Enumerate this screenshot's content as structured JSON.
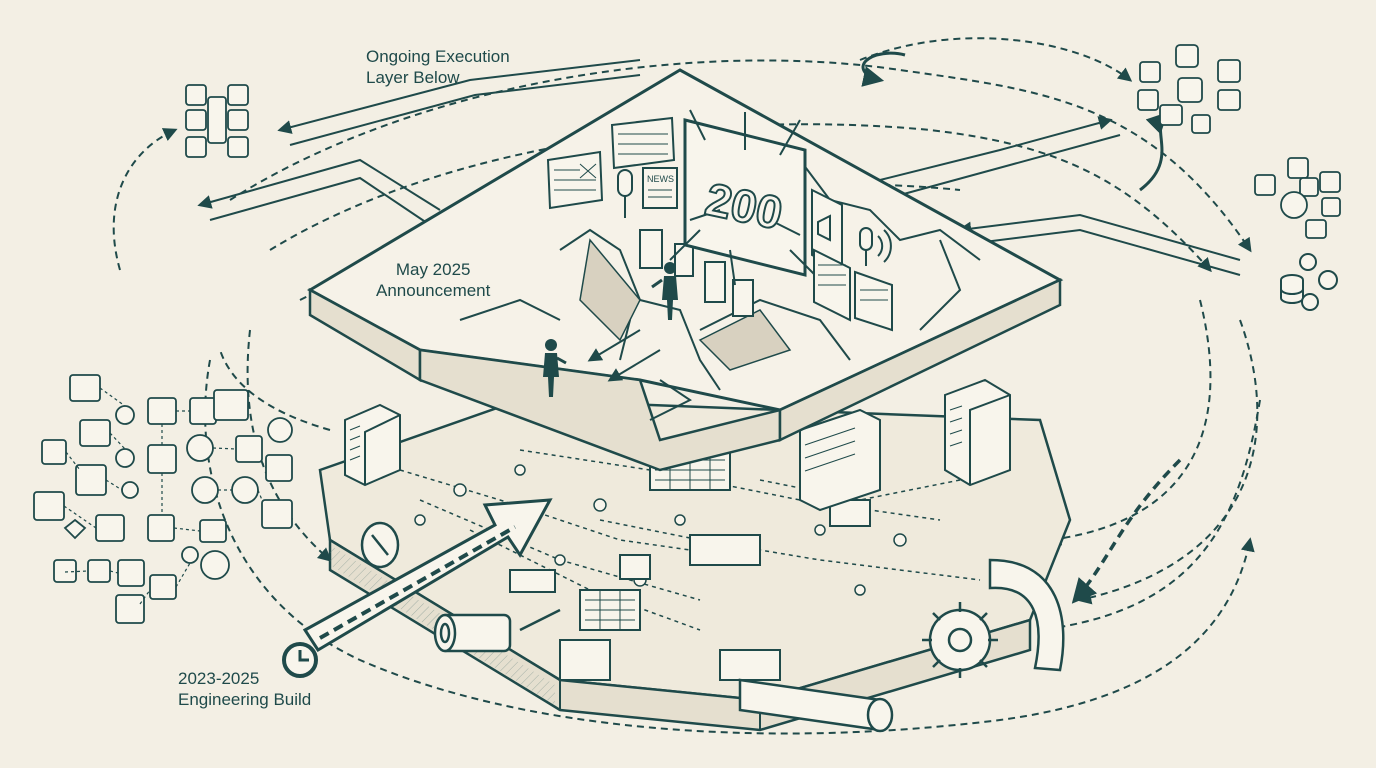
{
  "labels": {
    "execution_layer": [
      "Ongoing Execution",
      "Layer Below"
    ],
    "announcement": [
      "May 2025",
      "Announcement"
    ],
    "engineering_build": [
      "2023-2025",
      "Engineering Build"
    ]
  },
  "billboard_number": "200",
  "sign_text": "NEWS",
  "colors": {
    "background": "#f3efe4",
    "ink": "#1f4a4a",
    "ink_light": "#5f7f7c",
    "paper": "#f8f5ec",
    "slab_top": "#f6f2e8",
    "slab_side": "#e5dfcf"
  },
  "icons": {
    "clock": "clock-icon",
    "microphone": "microphone-icon",
    "megaphone": "megaphone-icon",
    "database": "database-icon",
    "cog": "cog-icon",
    "person": "person-icon"
  }
}
